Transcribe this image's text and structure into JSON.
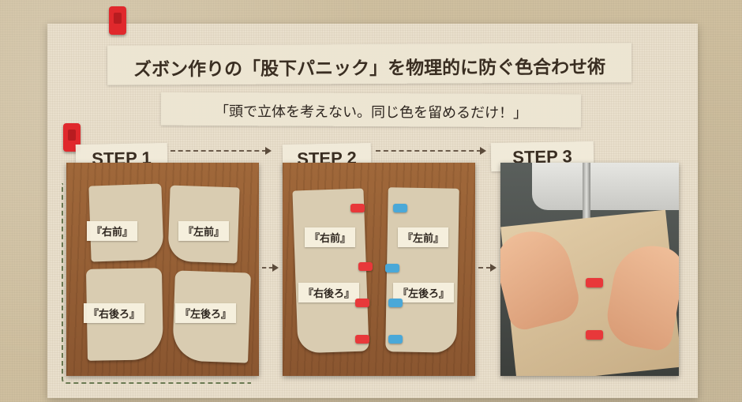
{
  "title": "ズボン作りの「股下パニック」を物理的に防ぐ色合わせ術",
  "subtitle": "「頭で立体を考えない。同じ色を留めるだけ！」",
  "steps": [
    {
      "label": "STEP 1",
      "pieces": [
        "『右前』",
        "『左前』",
        "『右後ろ』",
        "『左後ろ』"
      ]
    },
    {
      "label": "STEP 2",
      "pieces": [
        "『右前』",
        "『左前』",
        "『右後ろ』",
        "『左後ろ』"
      ]
    },
    {
      "label": "STEP 3"
    }
  ],
  "colors": {
    "clip_red": "#e8383a",
    "clip_blue": "#4aa8d8",
    "board": "#e9dfcc",
    "fabric": "#d9ccb1"
  },
  "icons": [
    "red-fabric-clip-icon",
    "blue-fabric-clip-icon",
    "dashed-arrow-icon"
  ]
}
